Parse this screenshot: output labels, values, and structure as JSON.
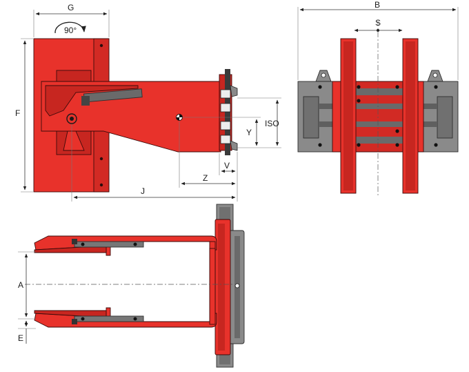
{
  "colors": {
    "body": "#e8322b",
    "body_dark": "#b5211c",
    "steel": "#8a8a8a",
    "steel_dark": "#5f5f5f",
    "outline": "#2a0d0d"
  },
  "labels": {
    "G": "G",
    "rotation": "90°",
    "F": "F",
    "J": "J",
    "Z": "Z",
    "V": "V",
    "Y": "Y",
    "ISO": "ISO",
    "B": "B",
    "S": "S",
    "A": "A",
    "E": "E"
  }
}
